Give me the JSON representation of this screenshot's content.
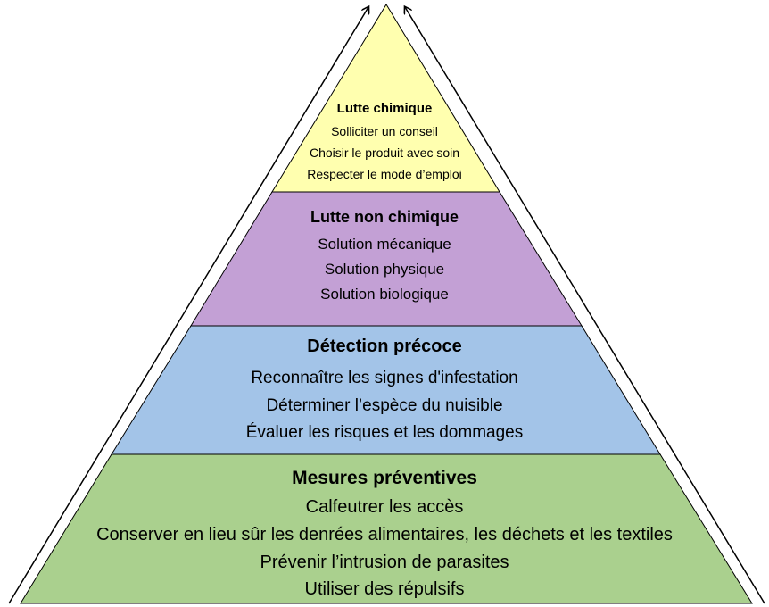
{
  "pyramid": {
    "levels": [
      {
        "title": "Lutte chimique",
        "items": [
          "Solliciter un conseil",
          "Choisir le produit avec soin",
          "Respecter le mode d’emploi"
        ],
        "color": "#FFFFAF"
      },
      {
        "title": "Lutte non chimique",
        "items": [
          "Solution  mécanique",
          "Solution  physique",
          "Solution  biologique"
        ],
        "color": "#C3A0D5"
      },
      {
        "title": "Détection précoce",
        "items": [
          "Reconnaître les signes d'infestation",
          "Déterminer l’espèce du nuisible",
          "Évaluer les risques et les dommages"
        ],
        "color": "#A3C4E8"
      },
      {
        "title": "Mesures préventives",
        "items": [
          "Calfeutrer les accès",
          "Conserver en lieu sûr les denrées alimentaires, les déchets et les textiles",
          "Prévenir l’intrusion de parasites",
          "Utiliser des répulsifs"
        ],
        "color": "#AAD08E"
      }
    ]
  }
}
